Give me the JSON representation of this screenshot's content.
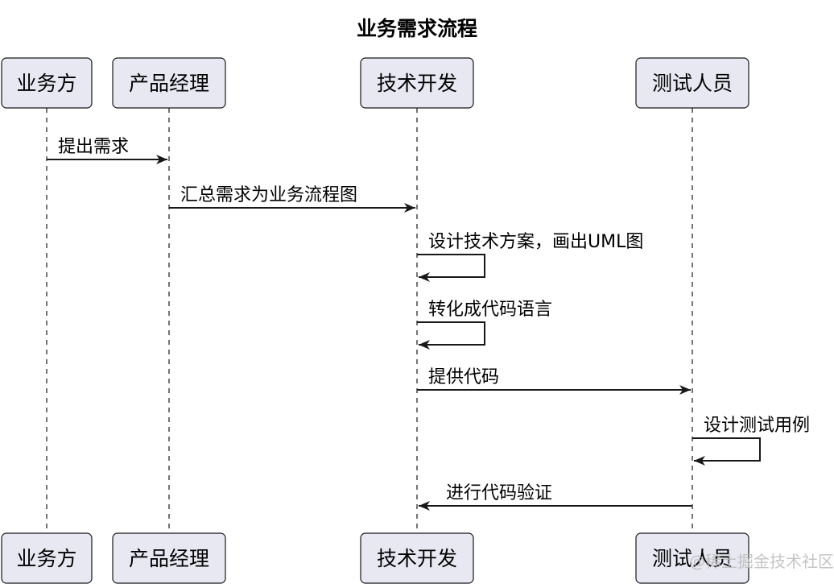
{
  "diagram": {
    "title": "业务需求流程",
    "watermark": "@稀土掘金技术社区",
    "participants": [
      {
        "id": "biz",
        "label": "业务方"
      },
      {
        "id": "pm",
        "label": "产品经理"
      },
      {
        "id": "dev",
        "label": "技术开发"
      },
      {
        "id": "qa",
        "label": "测试人员"
      }
    ],
    "messages": [
      {
        "from": "biz",
        "to": "pm",
        "label": "提出需求"
      },
      {
        "from": "pm",
        "to": "dev",
        "label": "汇总需求为业务流程图"
      },
      {
        "from": "dev",
        "to": "dev",
        "label": "设计技术方案，画出UML图"
      },
      {
        "from": "dev",
        "to": "dev",
        "label": "转化成代码语言"
      },
      {
        "from": "dev",
        "to": "qa",
        "label": "提供代码"
      },
      {
        "from": "qa",
        "to": "qa",
        "label": "设计测试用例"
      },
      {
        "from": "qa",
        "to": "dev",
        "label": "进行代码验证"
      }
    ]
  }
}
